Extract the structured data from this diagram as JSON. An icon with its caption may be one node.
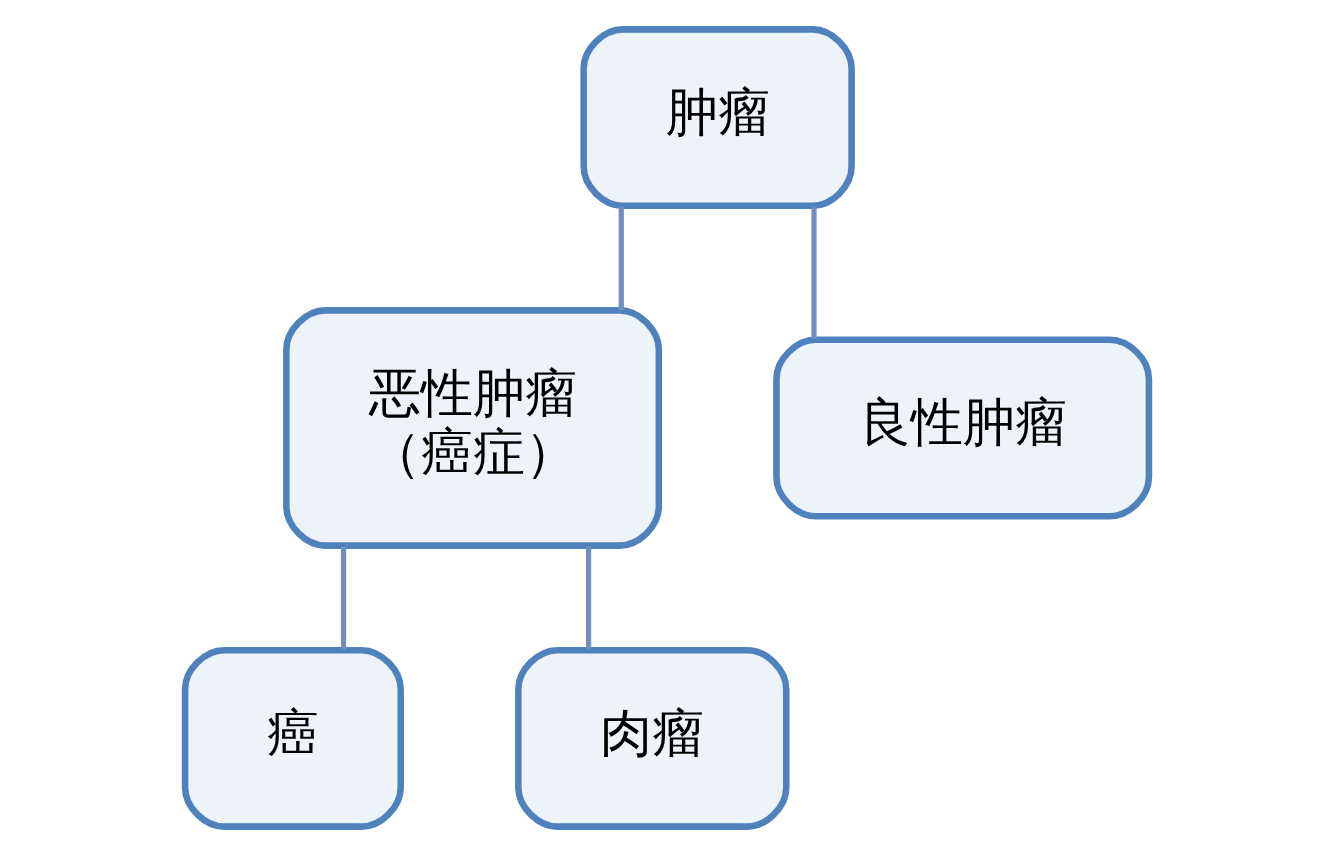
{
  "diagram": {
    "nodes": [
      {
        "text": [
          "肿瘤"
        ]
      },
      {
        "text": [
          "恶性肿瘤（癌症）"
        ]
      },
      {
        "text": [
          "良性肿瘤"
        ]
      },
      {
        "text": [
          "癌"
        ]
      },
      {
        "text": [
          "肉瘤"
        ]
      }
    ],
    "edges": [
      {
        "from": 0,
        "to": 1,
        "arrow": "none"
      },
      {
        "from": 0,
        "to": 2,
        "arrow": "none"
      },
      {
        "from": 1,
        "to": 3,
        "arrow": "none"
      },
      {
        "from": 1,
        "to": 4,
        "arrow": "none"
      }
    ]
  }
}
